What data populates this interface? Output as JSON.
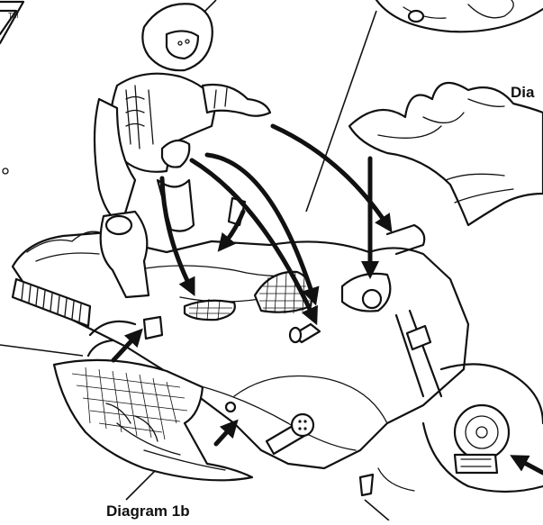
{
  "labels": {
    "diagram_1b": "Diagram 1b",
    "diagram_partial": "Dia",
    "trademark": "TM"
  }
}
